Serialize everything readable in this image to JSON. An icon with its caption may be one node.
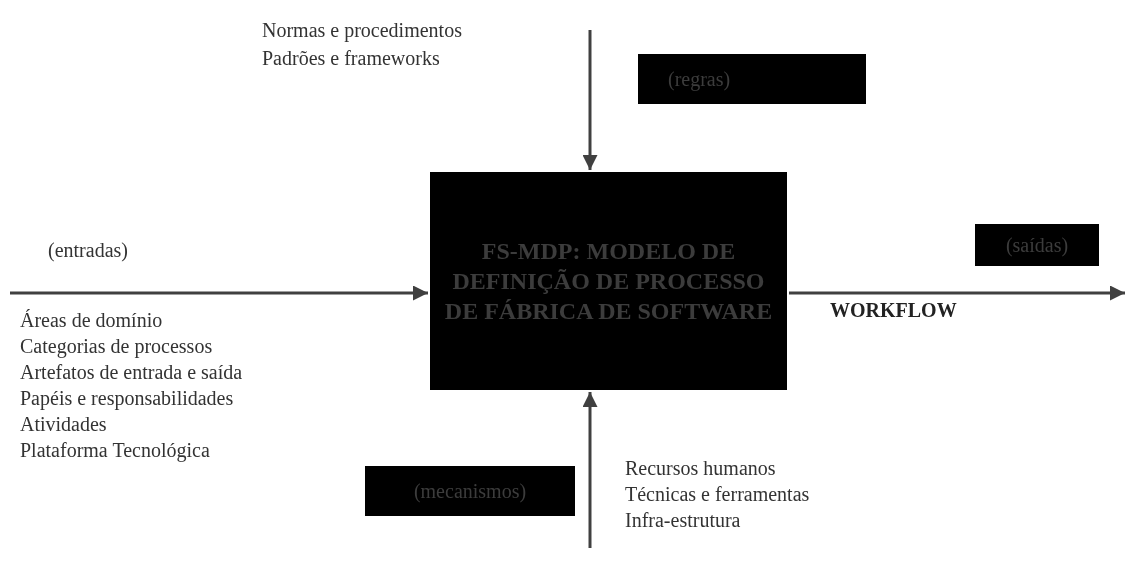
{
  "diagram": {
    "nodes": [
      {
        "text": [
          "(regras)"
        ]
      },
      {
        "text": [
          "FS-MDP: MODELO DE DEFINIÇÃO DE PROCESSO DE FÁBRICA DE SOFTWARE"
        ]
      },
      {
        "text": [
          "(saídas)"
        ]
      },
      {
        "text": [
          "(mecanismos)"
        ]
      }
    ],
    "edges": [
      {
        "from": null,
        "to": 1,
        "arrow": "to"
      },
      {
        "from": null,
        "to": 1,
        "arrow": "to"
      },
      {
        "from": 1,
        "to": null,
        "arrow": "to"
      },
      {
        "from": null,
        "to": 1,
        "arrow": "to"
      }
    ],
    "labels": [
      "Normas e procedimentos",
      "Padrões e frameworks",
      "(entradas)",
      "Áreas de domínio",
      "Categorias de processos",
      "Artefatos de entrada e saída",
      "Papéis e responsabilidades",
      "Atividades",
      "Plataforma Tecnológica",
      "WORKFLOW",
      "Recursos humanos",
      "Técnicas e ferramentas",
      "Infra-estrutura"
    ]
  }
}
